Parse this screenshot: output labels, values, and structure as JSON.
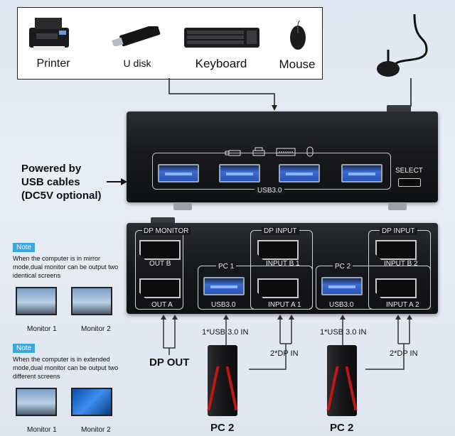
{
  "devices": [
    {
      "label": "Printer",
      "icon": "printer-icon"
    },
    {
      "label": "U disk",
      "icon": "usb-drive-icon"
    },
    {
      "label": "Keyboard",
      "icon": "keyboard-icon"
    },
    {
      "label": "Mouse",
      "icon": "mouse-icon"
    }
  ],
  "power_note": [
    "Powered by",
    "USB cables",
    "(DC5V optional)"
  ],
  "front_panel": {
    "usb_label": "USB3.0",
    "select_label": "SELECT",
    "icons": [
      "usb-drive-icon",
      "printer-icon",
      "keyboard-icon",
      "mouse-icon"
    ]
  },
  "back_panel": {
    "dp_monitor": "DP MONITOR",
    "out_b": "OUT B",
    "out_a": "OUT A",
    "pc1": "PC 1",
    "pc2": "PC 2",
    "dp_input": "DP INPUT",
    "input_b1": "INPUT B 1",
    "input_a1": "INPUT A 1",
    "input_b2": "INPUT B 2",
    "input_a2": "INPUT A 2",
    "usb30_1": "USB3.0",
    "usb30_2": "USB3.0"
  },
  "connections": {
    "dp_out": "DP OUT",
    "usb_in_1": "1*USB 3.0 IN",
    "dp_in_1": "2*DP IN",
    "usb_in_2": "1*USB 3.0 IN",
    "dp_in_2": "2*DP IN",
    "pc_label_1": "PC 2",
    "pc_label_2": "PC 2"
  },
  "notes": [
    {
      "tag": "Note",
      "text": "When the computer is in mirror mode,dual monitor can be output two identical screens",
      "monitor1": "Monitor 1",
      "monitor2": "Monitor 2"
    },
    {
      "tag": "Note",
      "text": "When the computer is in extended mode,dual monitor can be output two different screens",
      "monitor1": "Monitor 1",
      "monitor2": "Monitor 2"
    }
  ],
  "colors": {
    "accent": "#3aa7e0",
    "usb_blue": "#2a56b7",
    "pc_red": "#c01616"
  }
}
